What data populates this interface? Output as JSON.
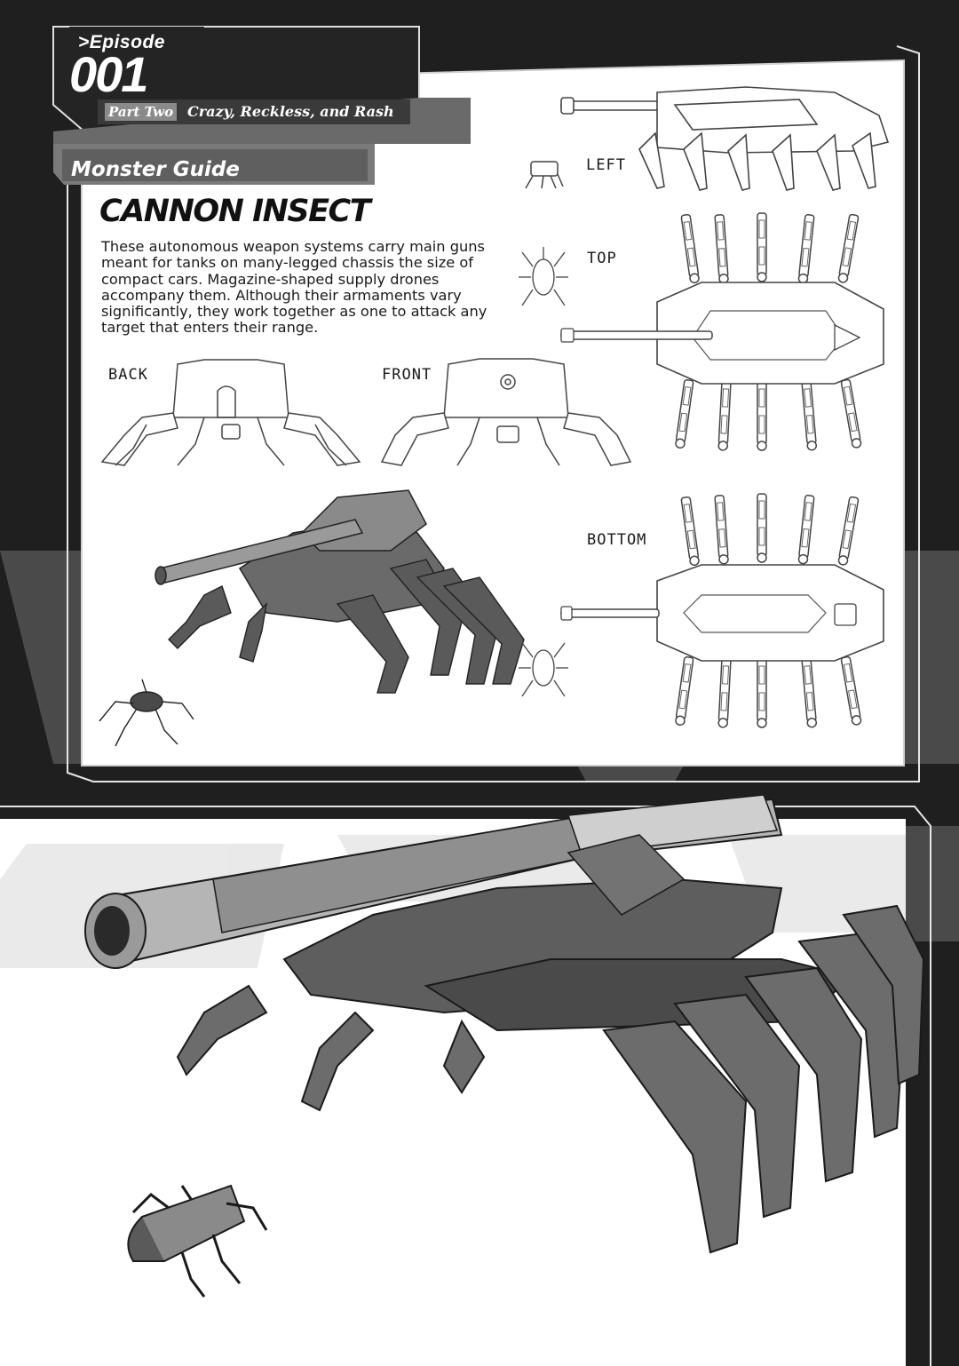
{
  "header": {
    "episode_label": ">Episode",
    "episode_number": "001",
    "part_tag": "Part Two",
    "part_title": "Crazy, Reckless, and Rash"
  },
  "guide": {
    "section_label": "Monster Guide",
    "monster_name": "CANNON INSECT",
    "description": "These autonomous weapon systems carry main guns meant for tanks on many-legged chassis the size of compact cars. Magazine-shaped supply drones accompany them. Although their armaments vary significantly, they work together as one to attack any target that enters their range."
  },
  "views": {
    "left": "LEFT",
    "top": "TOP",
    "back": "BACK",
    "front": "FRONT",
    "bottom": "BOTTOM"
  },
  "colors": {
    "page_background": "#1f1f1f",
    "panel_background": "#ffffff",
    "header_tab": "#3a3a3a",
    "part_tag": "#8a8a8a",
    "line_art": "#444444"
  },
  "icons": {
    "cannon_insect_side": "cannon-insect-side-view",
    "cannon_insect_top": "cannon-insect-top-view",
    "cannon_insect_bottom": "cannon-insect-bottom-view",
    "cannon_insect_back": "cannon-insect-back-view",
    "cannon_insect_front": "cannon-insect-front-view",
    "supply_drone": "supply-drone"
  }
}
